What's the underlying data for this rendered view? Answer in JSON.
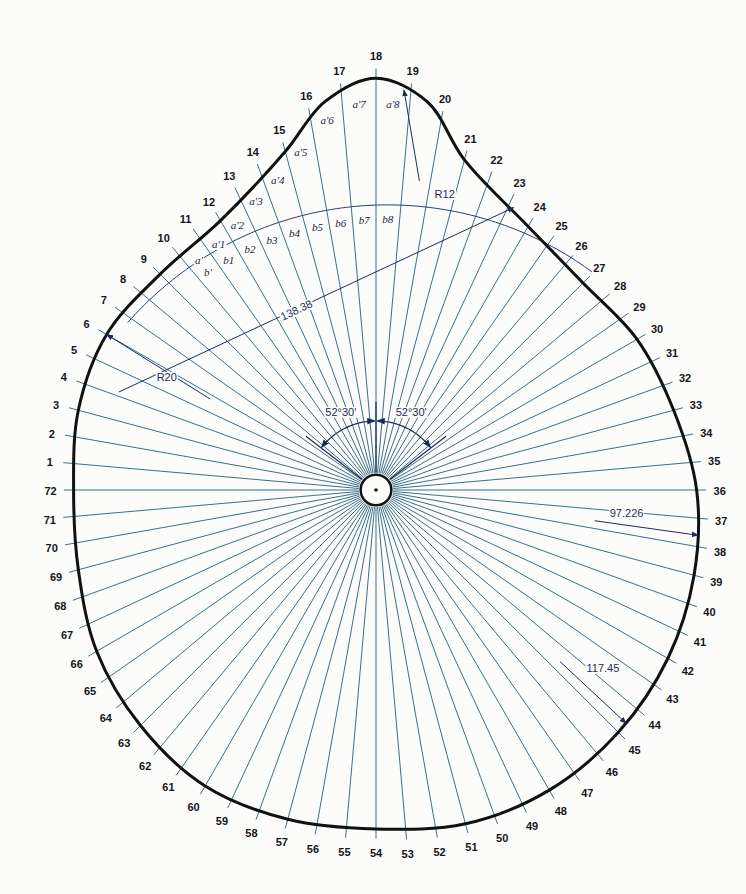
{
  "diagram": {
    "labels": [
      "1",
      "2",
      "3",
      "4",
      "5",
      "6",
      "7",
      "8",
      "9",
      "10",
      "11",
      "12",
      "13",
      "14",
      "15",
      "16",
      "17",
      "18",
      "19",
      "20",
      "21",
      "22",
      "23",
      "24",
      "25",
      "26",
      "27",
      "28",
      "29",
      "30",
      "31",
      "32",
      "33",
      "34",
      "35",
      "36",
      "37",
      "38",
      "39",
      "40",
      "41",
      "42",
      "43",
      "44",
      "45",
      "46",
      "47",
      "48",
      "49",
      "50",
      "51",
      "52",
      "53",
      "54",
      "55",
      "56",
      "57",
      "58",
      "59",
      "60",
      "61",
      "62",
      "63",
      "64",
      "65",
      "66",
      "67",
      "68",
      "69",
      "70",
      "71",
      "72",
      "a'",
      "a'1",
      "a'2",
      "a'3",
      "a'4",
      "a'5",
      "a'6",
      "a'7",
      "a'8",
      "b'",
      "b1",
      "b2",
      "b3",
      "b4",
      "b5",
      "b6",
      "b7",
      "b8",
      "52°30'",
      "52°30'",
      "R12",
      "R20",
      "138.38",
      "97.226",
      "117.45"
    ]
  }
}
